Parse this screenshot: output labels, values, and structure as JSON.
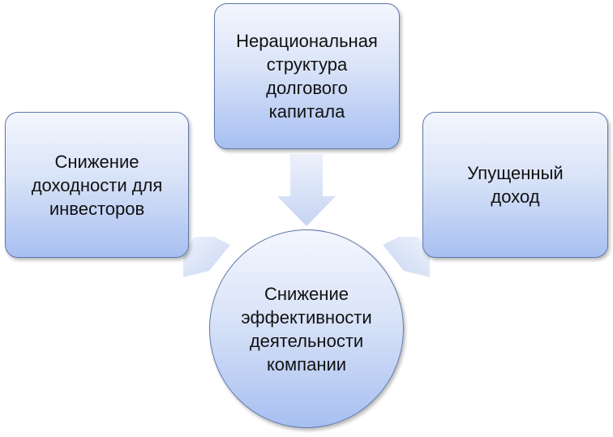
{
  "diagram": {
    "nodes": {
      "top": "Нерациональная\nструктура\nдолгового\nкапитала",
      "left": "Снижение\nдоходности для\nинвесторов",
      "right": "Упущенный\nдоход",
      "center": "Снижение\nэффективности\nдеятельности\nкомпании"
    },
    "colors": {
      "node_border": "#5f78a8",
      "node_gradient_top": "#f3f6fd",
      "node_gradient_bottom": "#a7bff1",
      "arrow_fill_light": "#edf1fb",
      "arrow_fill_dark": "#c6d4f2"
    }
  }
}
